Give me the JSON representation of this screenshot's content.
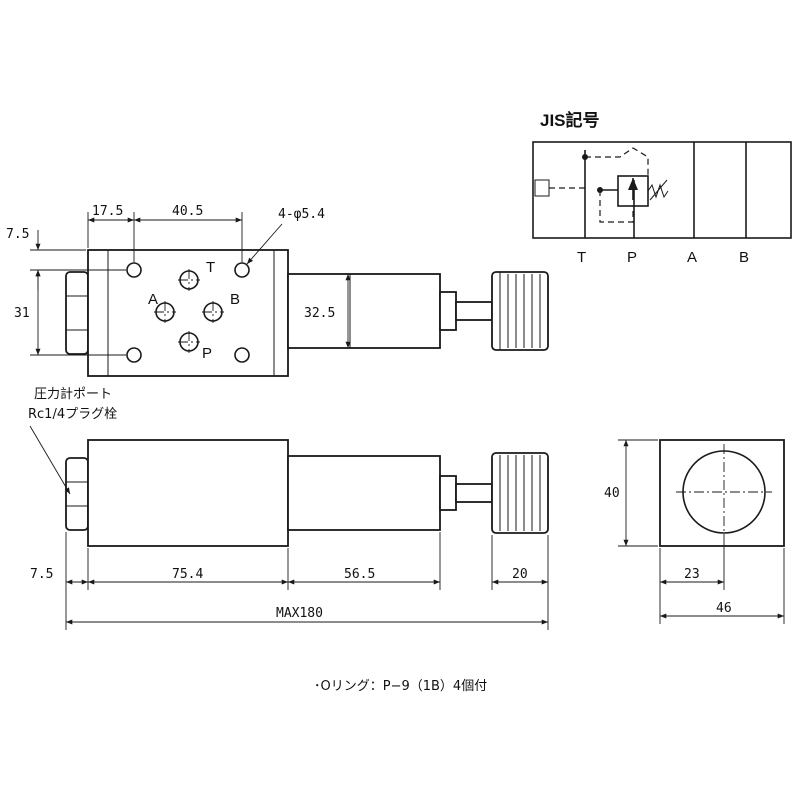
{
  "symbol": {
    "title": "JIS記号",
    "ports": [
      "T",
      "P",
      "A",
      "B"
    ]
  },
  "top_view": {
    "dims": {
      "top_offset": "7.5",
      "left_offset": "17.5",
      "hole_pitch": "40.5",
      "holes": "4-φ5.4",
      "height": "31",
      "body_height": "32.5"
    },
    "port_labels": {
      "t": "T",
      "a": "A",
      "b": "B",
      "p": "P"
    }
  },
  "side_view": {
    "note_line1": "圧力計ポート",
    "note_line2": "Rc1/4プラグ栓",
    "dims": {
      "plug": "7.5",
      "body": "75.4",
      "cylinder": "56.5",
      "knob": "20",
      "overall": "MAX180"
    }
  },
  "end_view": {
    "dims": {
      "height": "40",
      "center": "23",
      "width": "46"
    }
  },
  "footer_note": "･Oリング：P−9（1B）4個付"
}
